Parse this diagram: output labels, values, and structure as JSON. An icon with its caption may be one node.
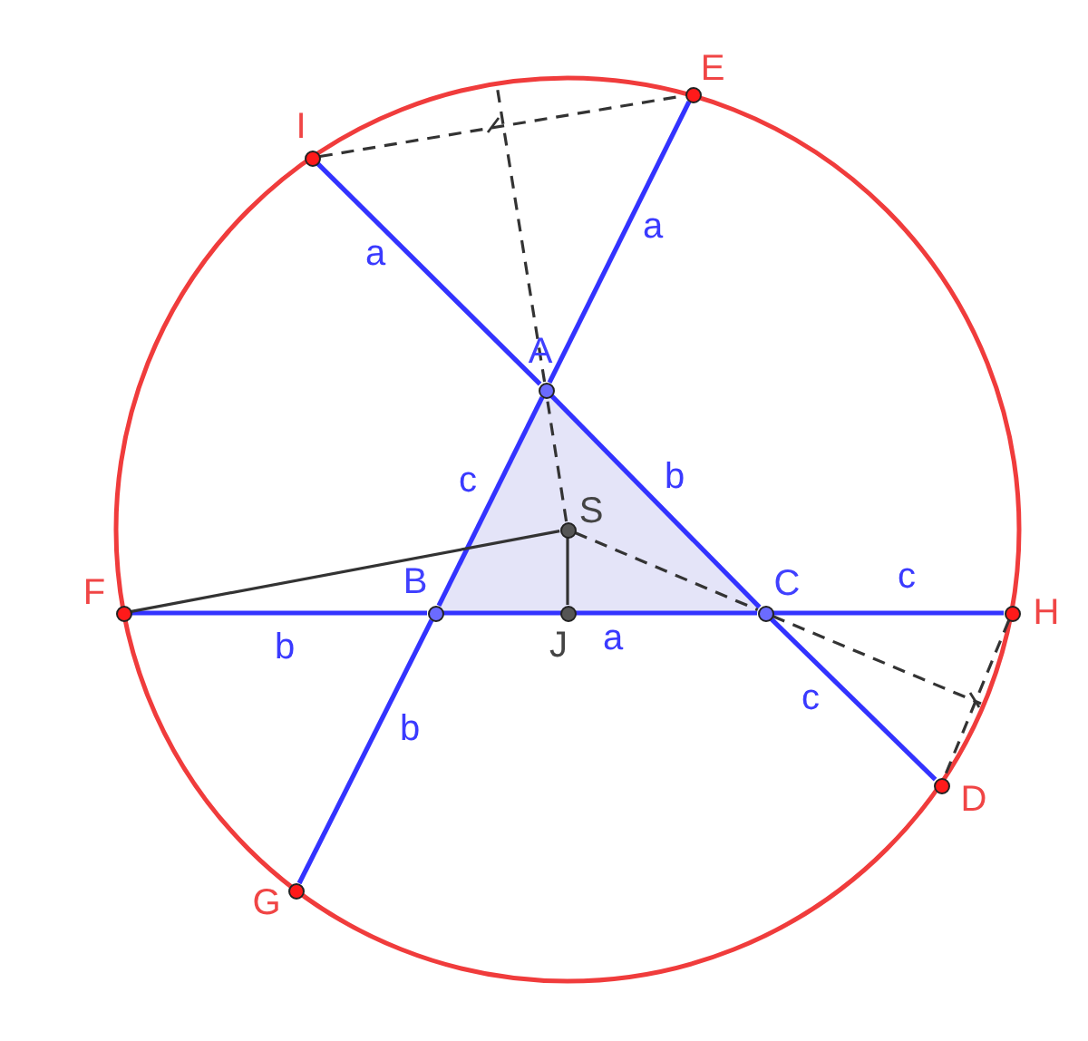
{
  "diagram": {
    "nodes": [
      {
        "text": [],
        "shape": "circle",
        "beside": [
          "E"
        ]
      },
      {
        "text": [],
        "shape": "circle",
        "beside": [
          "I"
        ]
      },
      {
        "text": [],
        "shape": "circle",
        "beside": [
          "A"
        ]
      },
      {
        "text": [],
        "shape": "circle",
        "beside": [
          "S"
        ]
      },
      {
        "text": [],
        "shape": "circle",
        "beside": [
          "F"
        ]
      },
      {
        "text": [],
        "shape": "circle",
        "beside": [
          "B"
        ]
      },
      {
        "text": [],
        "shape": "circle",
        "beside": [
          "J"
        ]
      },
      {
        "text": [],
        "shape": "circle",
        "beside": [
          "C"
        ]
      },
      {
        "text": [],
        "shape": "circle",
        "beside": [
          "H"
        ]
      },
      {
        "text": [],
        "shape": "circle",
        "beside": [
          "D"
        ]
      },
      {
        "text": [],
        "shape": "circle",
        "beside": [
          "G"
        ]
      }
    ],
    "edges": [
      {
        "from": 1,
        "to": 2,
        "arrow": "none",
        "label": "a"
      },
      {
        "from": 2,
        "to": 0,
        "arrow": "none",
        "label": "a"
      },
      {
        "from": 2,
        "to": 5,
        "arrow": "none",
        "label": "c"
      },
      {
        "from": 2,
        "to": 7,
        "arrow": "none",
        "label": "b"
      },
      {
        "from": 4,
        "to": 5,
        "arrow": "none",
        "label": "b"
      },
      {
        "from": 5,
        "to": 7,
        "arrow": "none",
        "label": "a"
      },
      {
        "from": 7,
        "to": 8,
        "arrow": "none",
        "label": "c"
      },
      {
        "from": 7,
        "to": 9,
        "arrow": "none",
        "label": "c"
      },
      {
        "from": 5,
        "to": 10,
        "arrow": "none",
        "label": "b"
      },
      {
        "from": 4,
        "to": 3,
        "arrow": "none",
        "color": "#333333"
      },
      {
        "from": 3,
        "to": 6,
        "arrow": "none",
        "color": "#333333"
      },
      {
        "from": 1,
        "to": 0,
        "arrow": "none",
        "style": "dashed",
        "color": "#333333"
      },
      {
        "from": 8,
        "to": 9,
        "arrow": "none",
        "style": "dashed",
        "color": "#333333"
      },
      {
        "from": 3,
        "to": 2,
        "arrow": "none",
        "style": "dashed",
        "color": "#333333"
      },
      {
        "from": 2,
        "to": null,
        "arrow": "none",
        "style": "dashed",
        "color": "#333333"
      },
      {
        "from": 3,
        "to": 7,
        "arrow": "none",
        "style": "dashed",
        "color": "#333333"
      },
      {
        "from": 7,
        "to": null,
        "arrow": "none",
        "style": "dashed",
        "color": "#333333"
      }
    ]
  }
}
